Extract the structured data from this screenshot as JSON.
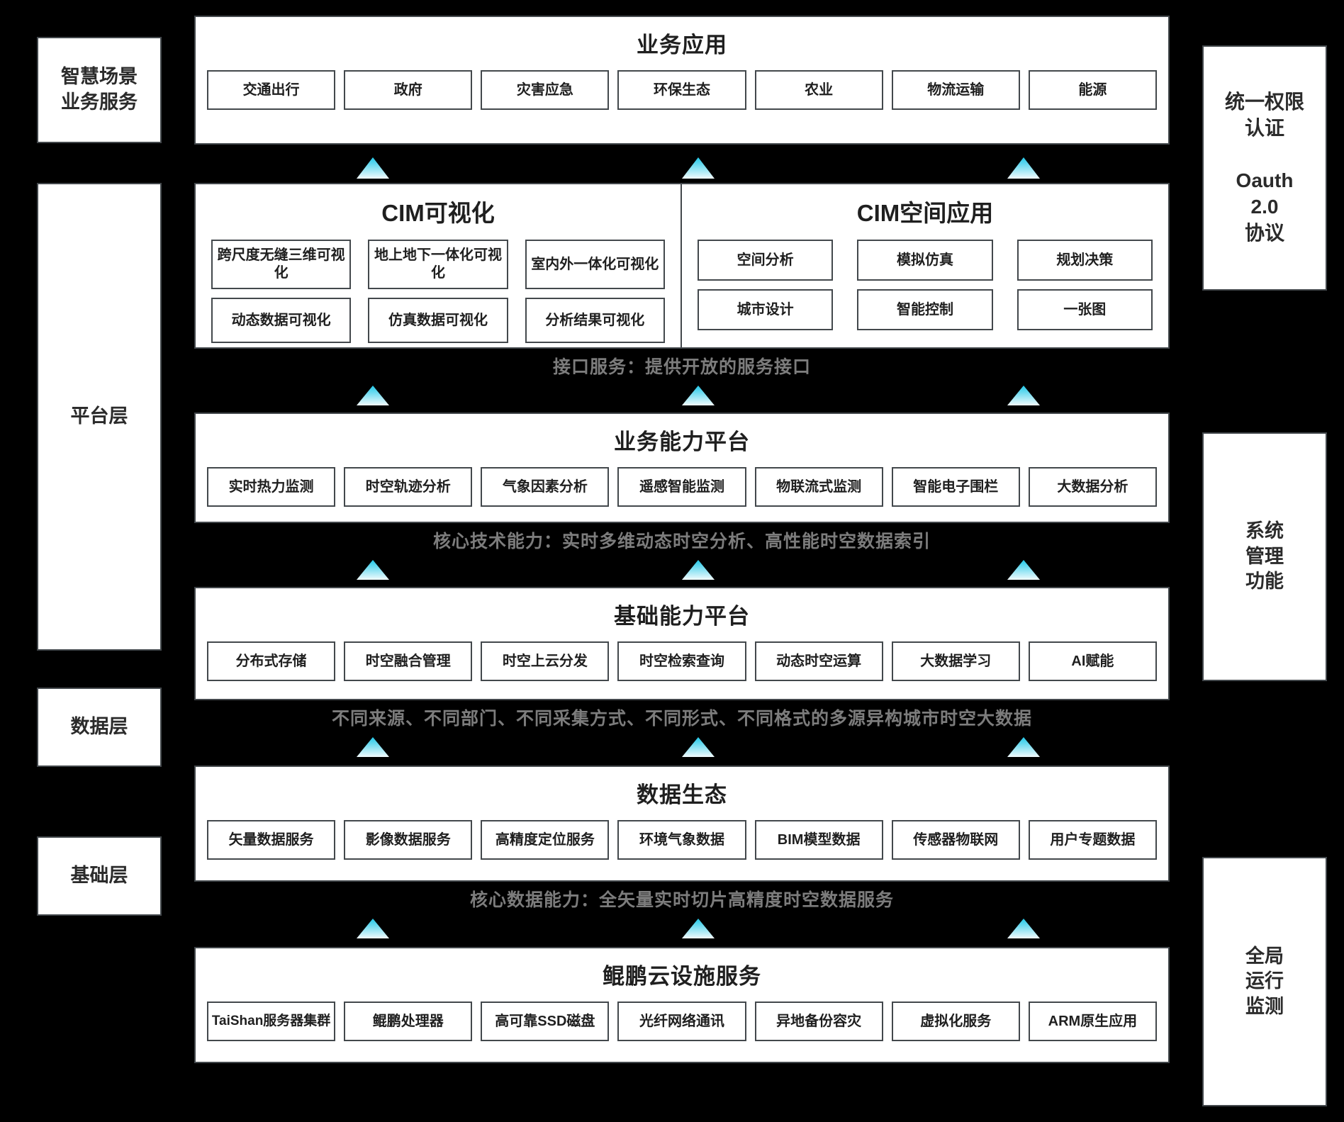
{
  "diagram": {
    "title_colors": {
      "panel_bg": "#ffffff",
      "page_bg": "#000000",
      "border": "#43484c",
      "band_text": "#7c7c7c",
      "arrow_top": "#22c8e8",
      "arrow_bottom": "#eef9fc"
    }
  },
  "left_sidebar": {
    "items": [
      {
        "label": "智慧场景\n业务服务"
      },
      {
        "label": "平台层"
      },
      {
        "label": "数据层"
      },
      {
        "label": "基础层"
      }
    ]
  },
  "right_sidebar": {
    "items": [
      {
        "label": "统一权限\n认证\n\nOauth\n2.0\n协议"
      },
      {
        "label": "系统\n管理\n功能"
      },
      {
        "label": "全局\n运行\n监测"
      }
    ]
  },
  "business_application": {
    "title": "业务应用",
    "chips": [
      "交通出行",
      "政府",
      "灾害应急",
      "环保生态",
      "农业",
      "物流运输",
      "能源"
    ]
  },
  "cim": {
    "visualization": {
      "title": "CIM可视化",
      "chips": [
        "跨尺度无缝三维可视化",
        "地上地下一体化可视化",
        "室内外一体化可视化",
        "动态数据可视化",
        "仿真数据可视化",
        "分析结果可视化"
      ]
    },
    "spatial_application": {
      "title": "CIM空间应用",
      "chips": [
        "空间分析",
        "模拟仿真",
        "规划决策",
        "城市设计",
        "智能控制",
        "一张图"
      ]
    }
  },
  "bands": {
    "interface_service": "接口服务：提供开放的服务接口",
    "core_technology": "核心技术能力：实时多维动态时空分析、高性能时空数据索引",
    "multi_source_data": "不同来源、不同部门、不同采集方式、不同形式、不同格式的多源异构城市时空大数据",
    "core_data_capability": "核心数据能力：全矢量实时切片高精度时空数据服务"
  },
  "business_capability_platform": {
    "title": "业务能力平台",
    "chips": [
      "实时热力监测",
      "时空轨迹分析",
      "气象因素分析",
      "遥感智能监测",
      "物联流式监测",
      "智能电子围栏",
      "大数据分析"
    ]
  },
  "basic_capability_platform": {
    "title": "基础能力平台",
    "chips": [
      "分布式存储",
      "时空融合管理",
      "时空上云分发",
      "时空检索查询",
      "动态时空运算",
      "大数据学习",
      "AI赋能"
    ]
  },
  "data_ecosystem": {
    "title": "数据生态",
    "chips": [
      "矢量数据服务",
      "影像数据服务",
      "高精度定位服务",
      "环境气象数据",
      "BIM模型数据",
      "传感器物联网",
      "用户专题数据"
    ]
  },
  "cloud_infrastructure": {
    "title": "鲲鹏云设施服务",
    "chips": [
      "TaiShan服务器集群",
      "鲲鹏处理器",
      "高可靠SSD磁盘",
      "光纤网络通讯",
      "异地备份容灾",
      "虚拟化服务",
      "ARM原生应用"
    ]
  }
}
